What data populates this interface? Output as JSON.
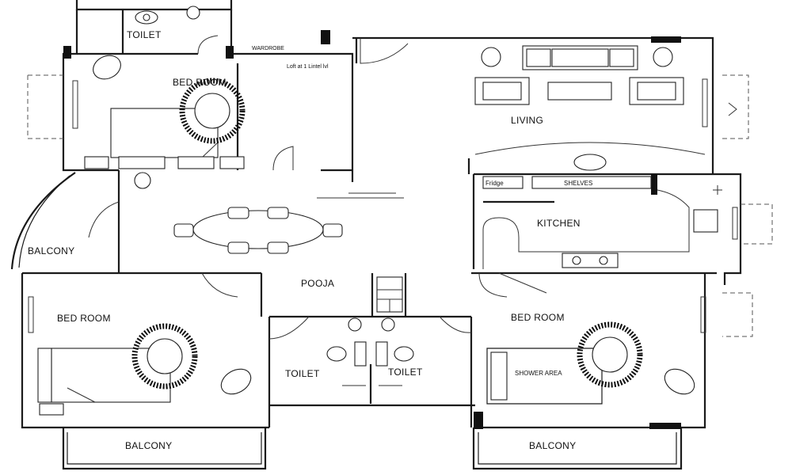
{
  "rooms": {
    "toilet_top": "TOILET",
    "bedroom_top": "BED ROOM",
    "wardrobe_top": "WARDROBE",
    "loft_note": "Loft at 1 Lintel lvl",
    "living": "LIVING",
    "kitchen": "KITCHEN",
    "fridge": "Fridge",
    "shelves": "SHELVES",
    "balcony_left": "BALCONY",
    "pooja": "POOJA",
    "bedroom_left": "BED ROOM",
    "bedroom_right": "BED ROOM",
    "toilet_mid_left": "TOILET",
    "toilet_mid_right": "TOILET",
    "shower_area": "SHOWER AREA",
    "balcony_bottom_left": "BALCONY",
    "balcony_bottom_right": "BALCONY"
  }
}
